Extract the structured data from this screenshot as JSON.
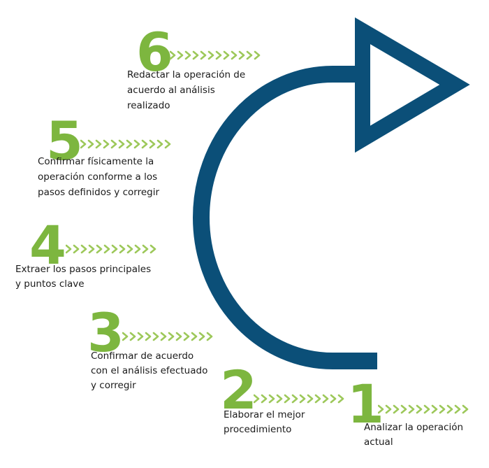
{
  "colors": {
    "arrow": "#0b4f78",
    "number": "#7db63f",
    "chevron": "#9dc85a",
    "text": "#1a1a1a"
  },
  "steps": [
    {
      "number": "1",
      "lines": [
        "Analizar la operación",
        "actual"
      ]
    },
    {
      "number": "2",
      "lines": [
        "Elaborar el mejor",
        "procedimiento"
      ]
    },
    {
      "number": "3",
      "lines": [
        "Confirmar de acuerdo",
        "con el análisis efectuado",
        "y corregir"
      ]
    },
    {
      "number": "4",
      "lines": [
        "Extraer los pasos principales",
        "y puntos clave"
      ]
    },
    {
      "number": "5",
      "lines": [
        "Confirmar físicamente la",
        "operación conforme a los",
        "pasos definidos y corregir"
      ]
    },
    {
      "number": "6",
      "lines": [
        "Redactar la operación de",
        "acuerdo al análisis",
        "realizado"
      ]
    }
  ]
}
